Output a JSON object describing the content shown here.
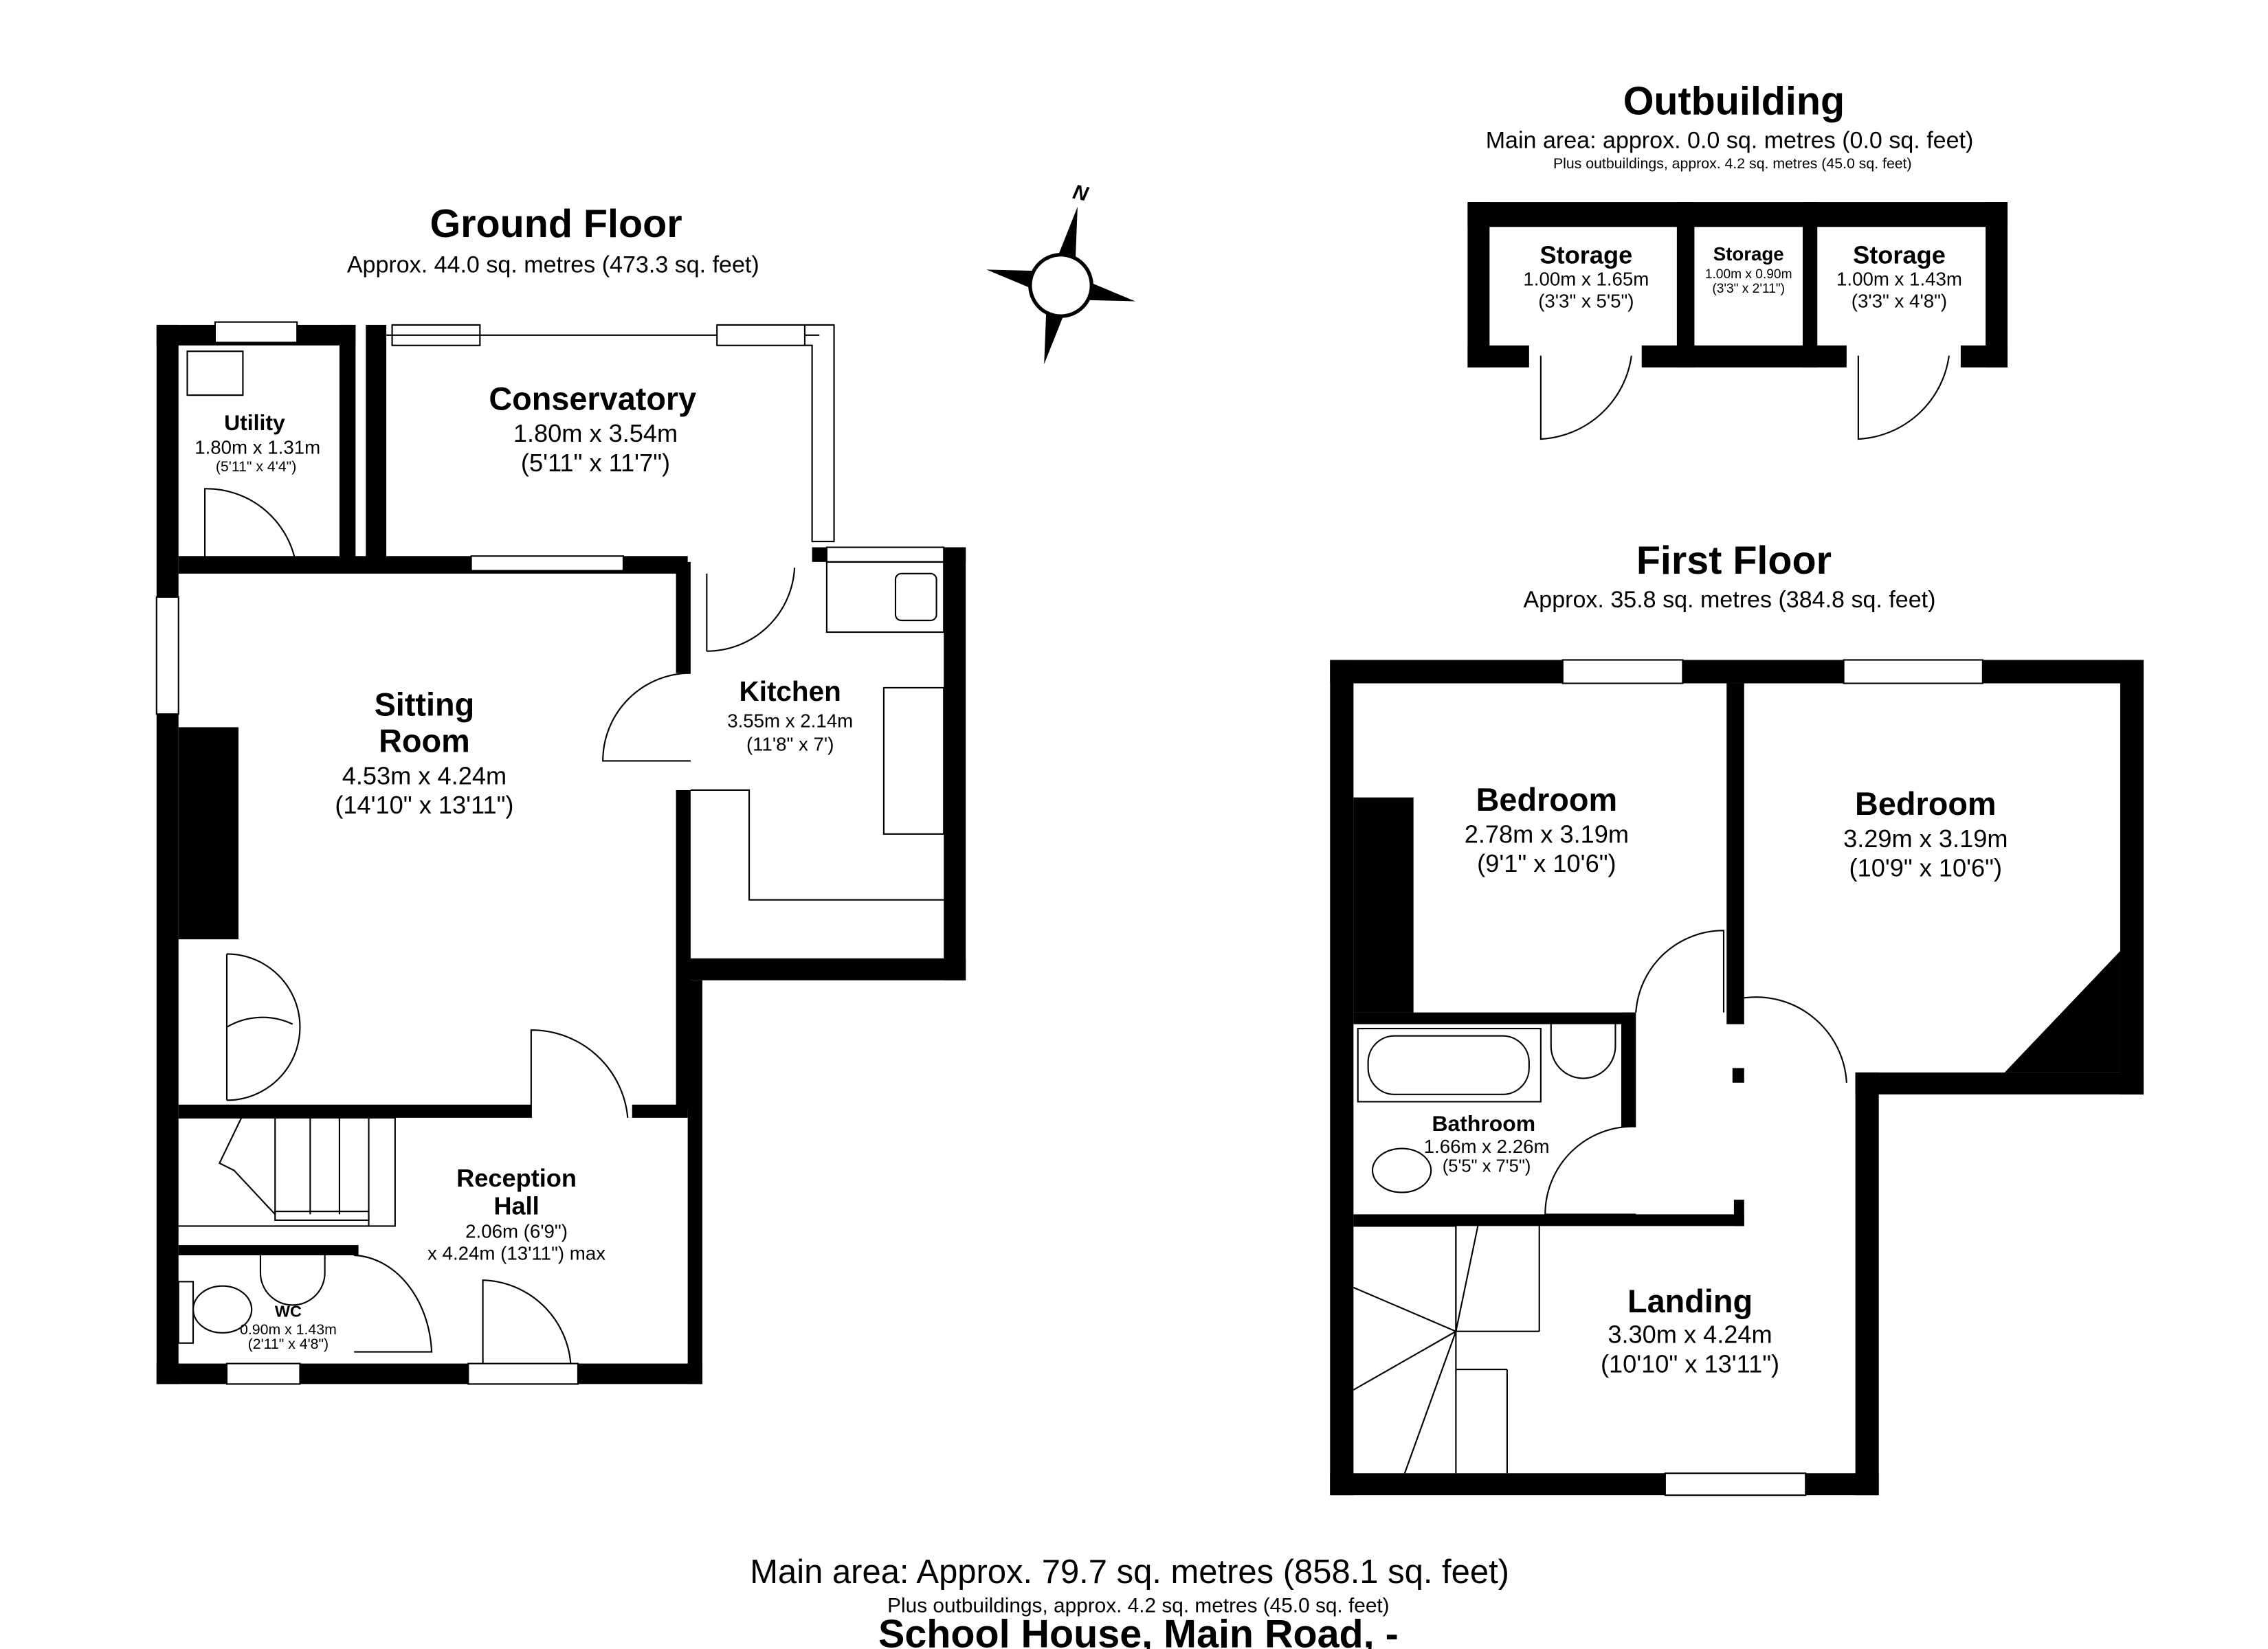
{
  "ground_floor": {
    "title": "Ground Floor",
    "area": "Approx. 44.0 sq. metres (473.3 sq. feet)",
    "rooms": {
      "utility": {
        "name": "Utility",
        "metric": "1.80m x 1.31m",
        "imperial": "(5'11\" x 4'4\")"
      },
      "conservatory": {
        "name": "Conservatory",
        "metric": "1.80m x 3.54m",
        "imperial": "(5'11\" x 11'7\")"
      },
      "sitting_room": {
        "name_line1": "Sitting",
        "name_line2": "Room",
        "metric": "4.53m x 4.24m",
        "imperial": "(14'10\" x 13'11\")"
      },
      "kitchen": {
        "name": "Kitchen",
        "metric": "3.55m x 2.14m",
        "imperial": "(11'8\" x 7')"
      },
      "reception_hall": {
        "name_line1": "Reception",
        "name_line2": "Hall",
        "line1": "2.06m (6'9\")",
        "line2": "x 4.24m (13'11\") max"
      },
      "wc": {
        "name": "WC",
        "metric": "0.90m x 1.43m",
        "imperial": "(2'11\" x 4'8\")"
      }
    }
  },
  "compass": {
    "label": "N",
    "icon": "north-arrow-compass"
  },
  "outbuilding": {
    "title": "Outbuilding",
    "area": "Main area: approx. 0.0 sq. metres (0.0 sq. feet)",
    "extra": "Plus outbuildings, approx. 4.2 sq. metres (45.0 sq. feet)",
    "rooms": [
      {
        "name": "Storage",
        "metric": "1.00m x 1.65m",
        "imperial": "(3'3\" x 5'5\")"
      },
      {
        "name": "Storage",
        "metric": "1.00m x 0.90m",
        "imperial": "(3'3\" x 2'11\")"
      },
      {
        "name": "Storage",
        "metric": "1.00m x 1.43m",
        "imperial": "(3'3\" x 4'8\")"
      }
    ]
  },
  "first_floor": {
    "title": "First Floor",
    "area": "Approx. 35.8 sq. metres (384.8 sq. feet)",
    "rooms": {
      "bedroom1": {
        "name": "Bedroom",
        "metric": "2.78m x 3.19m",
        "imperial": "(9'1\" x 10'6\")"
      },
      "bedroom2": {
        "name": "Bedroom",
        "metric": "3.29m x 3.19m",
        "imperial": "(10'9\" x 10'6\")"
      },
      "bathroom": {
        "name": "Bathroom",
        "metric": "1.66m x 2.26m",
        "imperial": "(5'5\" x 7'5\")"
      },
      "landing": {
        "name": "Landing",
        "metric": "3.30m x 4.24m",
        "imperial": "(10'10\" x 13'11\")"
      }
    }
  },
  "footer": {
    "main_area": "Main area: Approx. 79.7 sq. metres (858.1 sq. feet)",
    "outbuildings": "Plus outbuildings, approx. 4.2 sq. metres (45.0 sq. feet)",
    "address": "School House, Main Road, -"
  }
}
